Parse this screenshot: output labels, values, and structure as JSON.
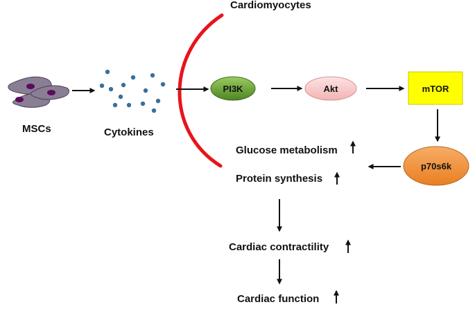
{
  "diagram": {
    "membrane_label": "Cardiomyocytes",
    "cells_label": "MSCs",
    "cytokines_label": "Cytokines",
    "nodes": {
      "pi3k": "PI3K",
      "akt": "Akt",
      "mtor": "mTOR",
      "p70s6k": "p70s6k"
    },
    "effects": {
      "glucose": "Glucose metabolism",
      "protein": "Protein synthesis",
      "contractility": "Cardiac contractility",
      "function": "Cardiac function"
    },
    "colors": {
      "membrane": "#e8141b",
      "pi3k": "#6aa12f",
      "akt": "#f7c9c9",
      "mtor": "#ffff00",
      "p70s6k": "#f0913a",
      "cell_body": "#8a7e94",
      "cell_nucleus": "#5a0c5e",
      "cytokine_dot": "#3a6f9a"
    }
  }
}
